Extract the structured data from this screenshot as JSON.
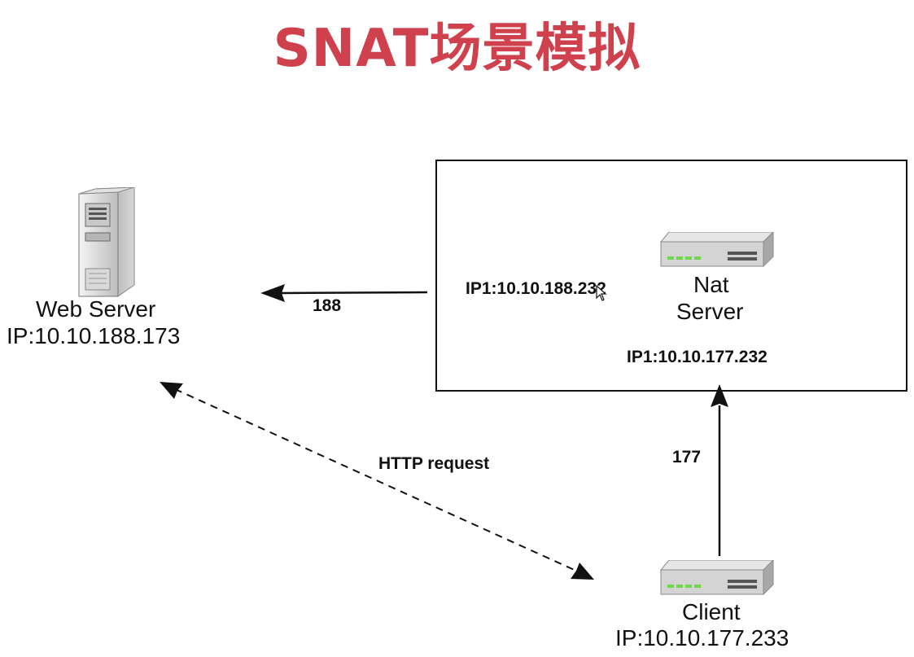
{
  "title": "SNAT场景模拟",
  "colors": {
    "title": "#d0414e",
    "line": "#111111",
    "led": "#6fd84a"
  },
  "web_server": {
    "icon": "tower-server-icon",
    "name": "Web Server",
    "ip": "IP:10.10.188.173"
  },
  "nat_server": {
    "icon": "network-switch-icon",
    "name_line1": "Nat",
    "name_line2": "Server",
    "ip_188": "IP1:10.10.188.232",
    "ip_177": "IP1:10.10.177.232"
  },
  "client": {
    "icon": "network-switch-icon",
    "name": "Client",
    "ip": "IP:10.10.177.233"
  },
  "edges": {
    "nat_to_web_label": "188",
    "client_to_nat_label": "177",
    "http_label": "HTTP request"
  }
}
